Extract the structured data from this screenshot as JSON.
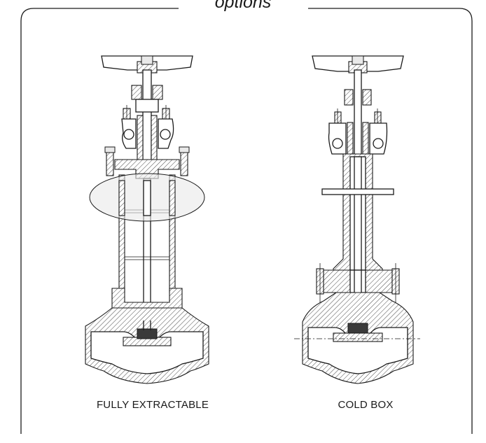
{
  "heading": "options",
  "captions": {
    "left": "FULLY EXTRACTABLE",
    "right": "COLD BOX"
  },
  "colors": {
    "line": "#1a1a1a",
    "background": "#ffffff"
  }
}
